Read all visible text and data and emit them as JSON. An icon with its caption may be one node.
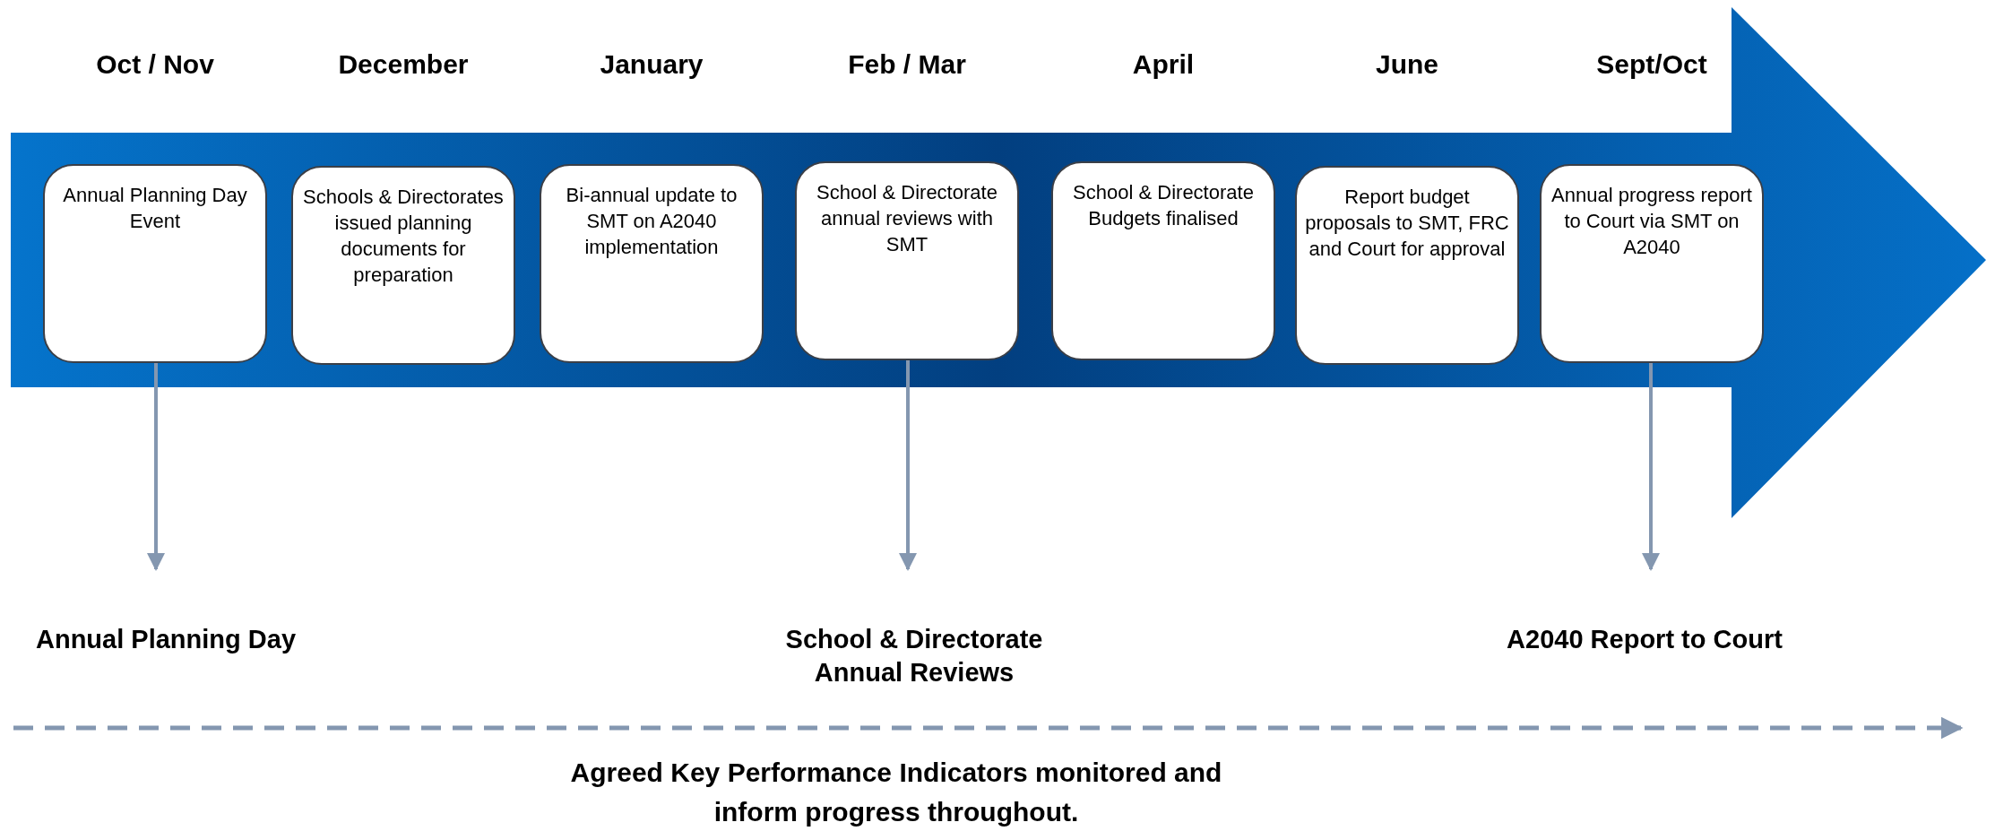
{
  "diagram": {
    "nodes": [
      {
        "text": [
          "Oct / Nov",
          "Annual Planning Day Event"
        ]
      },
      {
        "text": [
          "December",
          "Schools & Directorates issued planning documents for preparation"
        ]
      },
      {
        "text": [
          "January",
          "Bi-annual update to SMT on A2040 implementation"
        ]
      },
      {
        "text": [
          "Feb / Mar",
          "School & Directorate annual reviews with SMT"
        ]
      },
      {
        "text": [
          "April",
          "School & Directorate Budgets finalised"
        ]
      },
      {
        "text": [
          "June",
          "Report budget proposals to SMT, FRC and Court for approval"
        ]
      },
      {
        "text": [
          "Sept/Oct",
          "Annual progress report to Court via SMT on A2040"
        ]
      },
      {
        "text": [
          "Annual Planning Day"
        ]
      },
      {
        "text": [
          "School & Directorate Annual Reviews"
        ]
      },
      {
        "text": [
          "A2040 Report to Court"
        ]
      }
    ],
    "edges": [
      {
        "from": 0,
        "to": 7,
        "arrow": "to"
      },
      {
        "from": 3,
        "to": 8,
        "arrow": "to"
      },
      {
        "from": 6,
        "to": 9,
        "arrow": "to"
      }
    ],
    "labels": [
      "Agreed Key Performance Indicators monitored and inform progress throughout."
    ]
  }
}
